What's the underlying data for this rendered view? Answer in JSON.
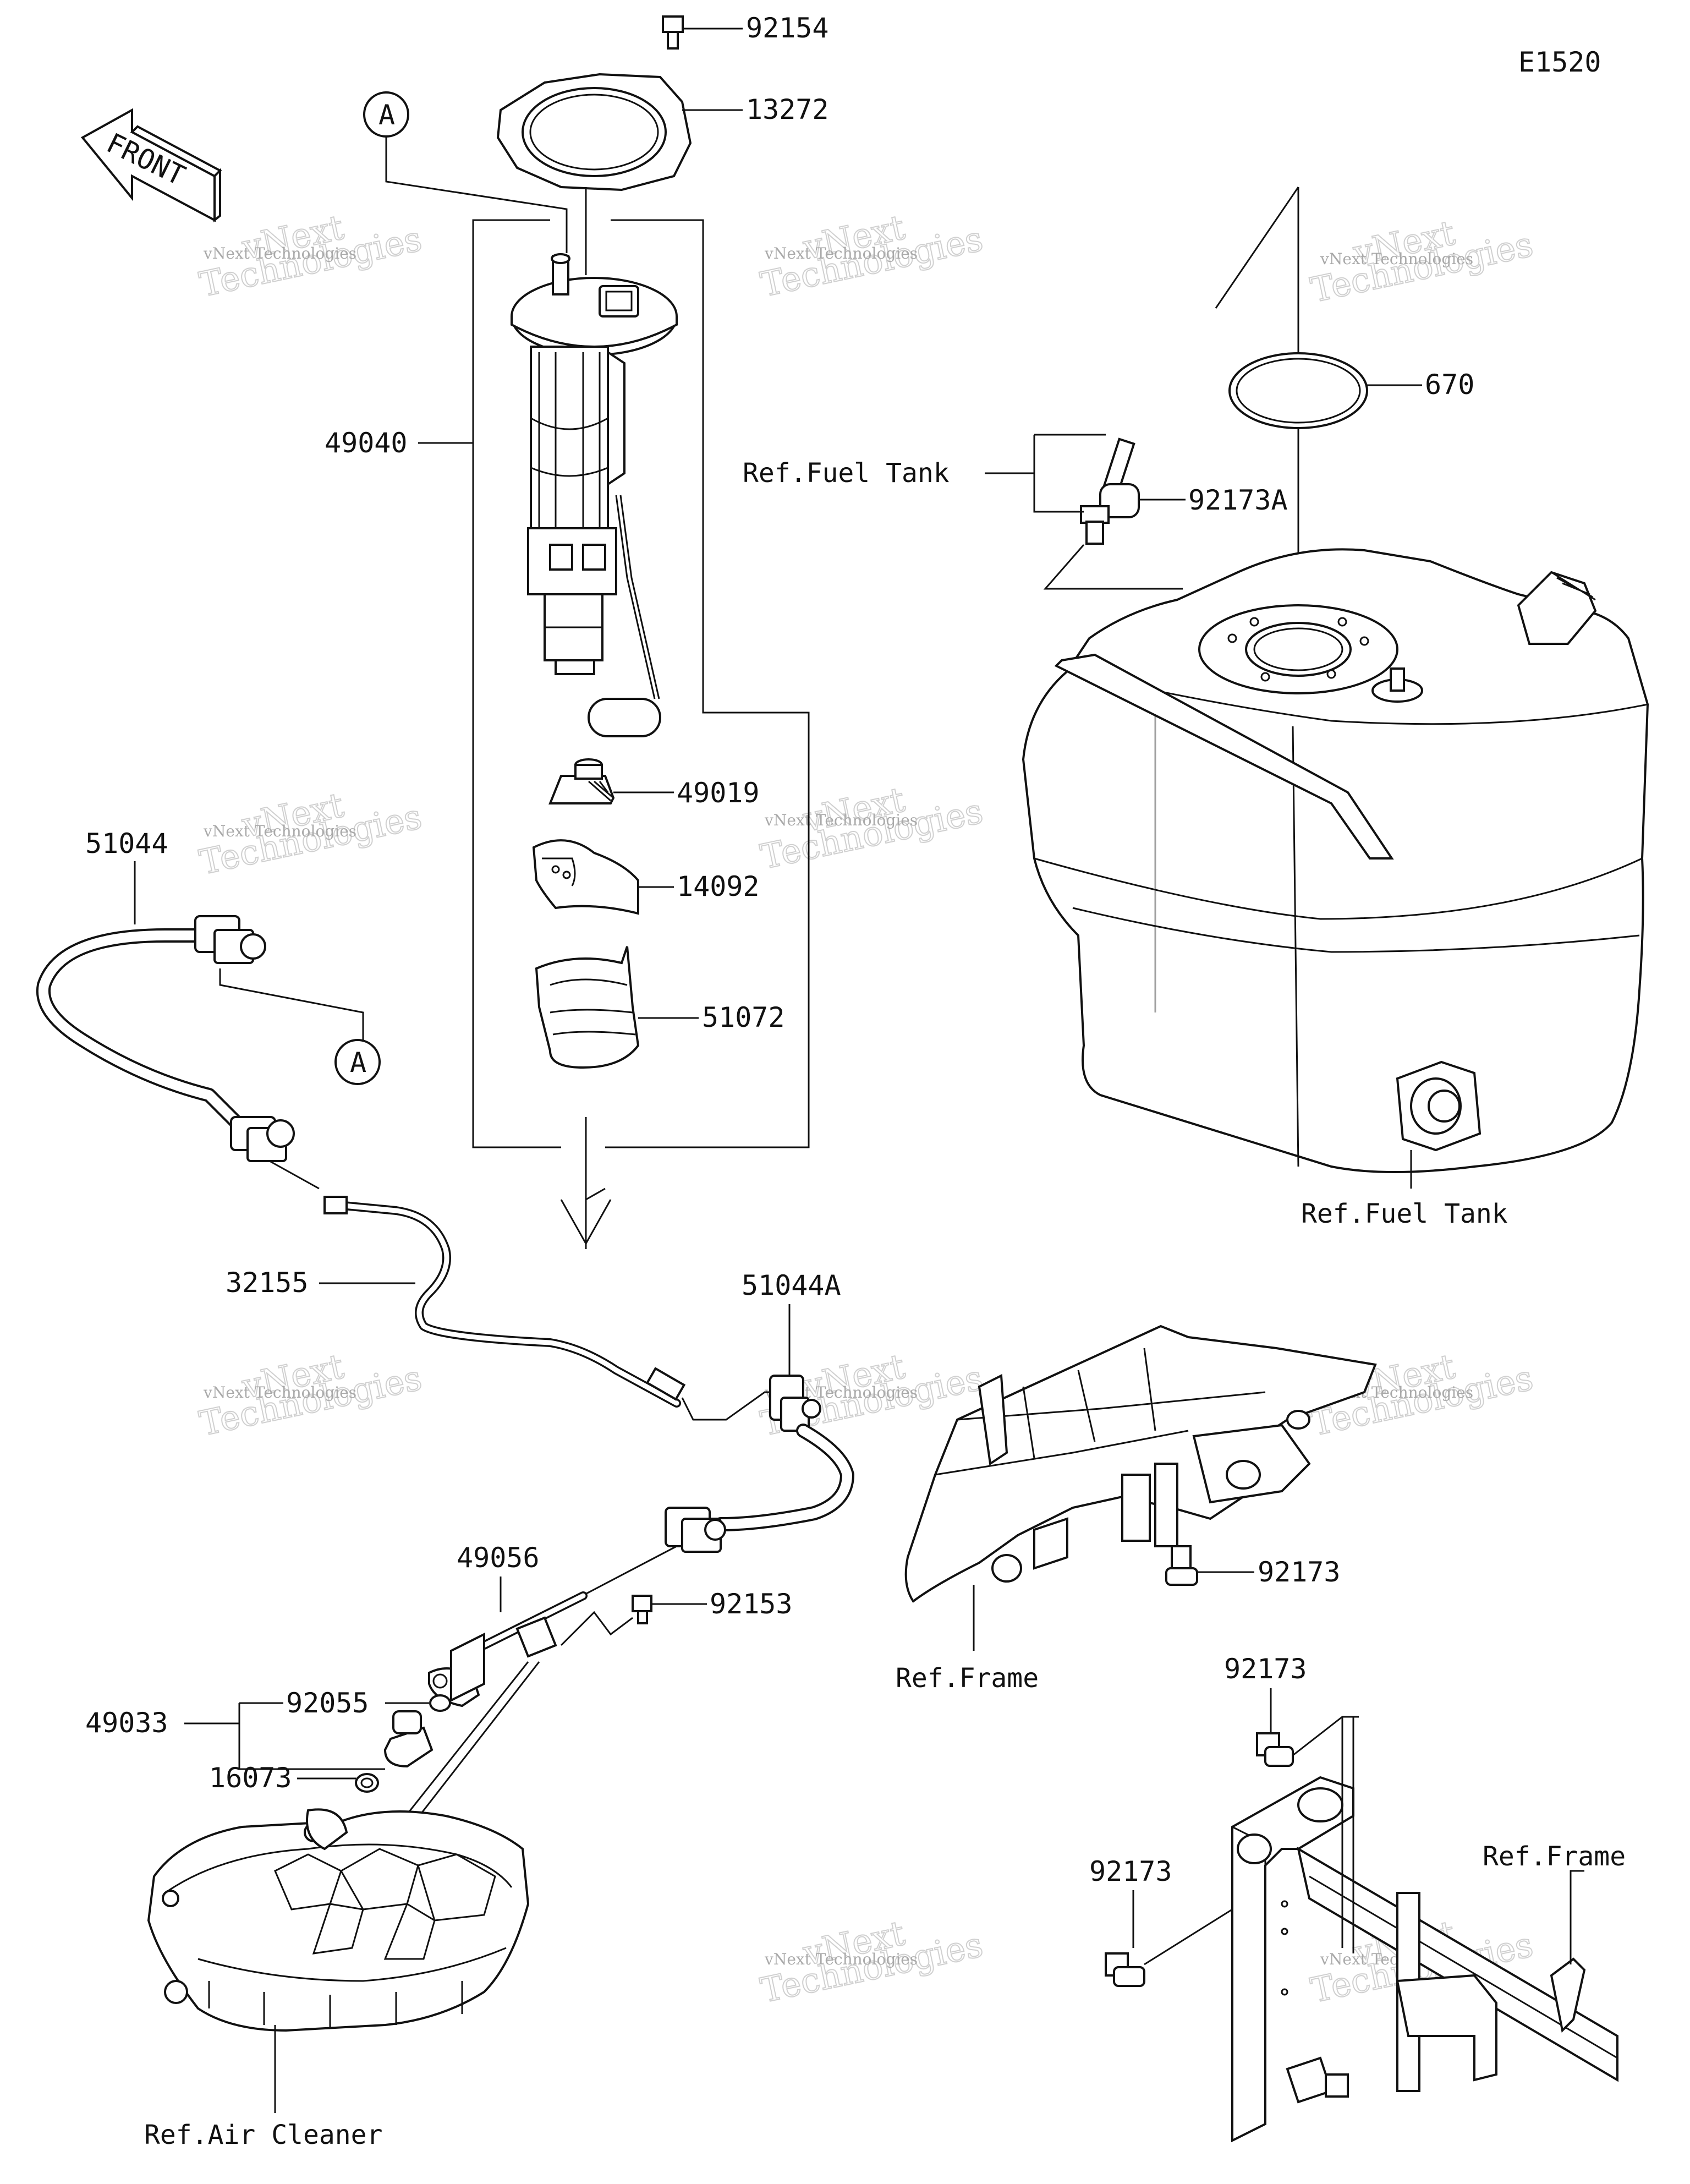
{
  "diagram_code": "E1520",
  "front_arrow_label": "FRONT",
  "watermark": {
    "small": "vNext Technologies",
    "large": "Technologies",
    "overlay": "vNext"
  },
  "callouts": {
    "A_top": "A",
    "A_hose": "A"
  },
  "parts": {
    "p92154": "92154",
    "p13272": "13272",
    "p670": "670",
    "p92173A": "92173A",
    "p49040": "49040",
    "p49019": "49019",
    "p14092": "14092",
    "p51072": "51072",
    "p51044": "51044",
    "p32155": "32155",
    "p51044A": "51044A",
    "p49056": "49056",
    "p92153": "92153",
    "p92055": "92055",
    "p49033": "49033",
    "p16073": "16073",
    "p92173_frame": "92173",
    "p92173_lower_top": "92173",
    "p92173_lower_left": "92173"
  },
  "references": {
    "fuel_tank_upper": "Ref.Fuel Tank",
    "fuel_tank_lower": "Ref.Fuel Tank",
    "frame_middle": "Ref.Frame",
    "frame_lower": "Ref.Frame",
    "air_cleaner": "Ref.Air Cleaner"
  },
  "icons": [
    "front-arrow-icon",
    "fuel-pump-icon",
    "fuel-tank-icon",
    "throttle-body-icon",
    "frame-icon",
    "clip-icon"
  ]
}
